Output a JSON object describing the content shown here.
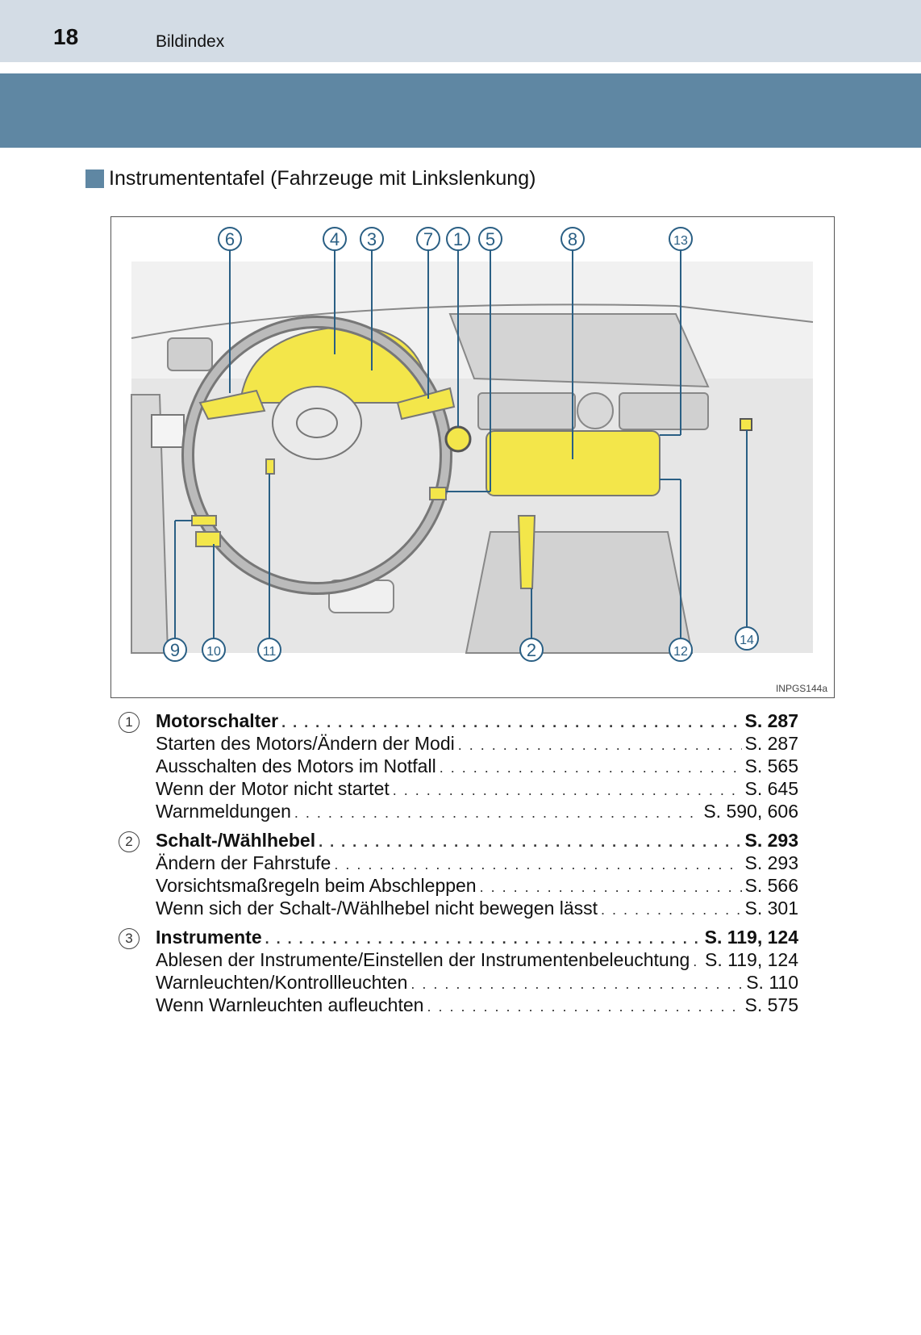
{
  "header": {
    "page_number": "18",
    "section": "Bildindex"
  },
  "heading": "Instrumententafel (Fahrzeuge mit Linkslenkung)",
  "figure": {
    "code": "INPGS144a",
    "callouts_top": [
      "6",
      "4",
      "3",
      "7",
      "1",
      "5",
      "8",
      "13"
    ],
    "callouts_bottom": [
      "9",
      "10",
      "11",
      "2",
      "12",
      "14"
    ]
  },
  "index": [
    {
      "number": "1",
      "title": "Motorschalter",
      "page": "S. 287",
      "items": [
        {
          "label": "Starten des Motors/Ändern der Modi",
          "page": "S. 287"
        },
        {
          "label": "Ausschalten des Motors im Notfall",
          "page": "S. 565"
        },
        {
          "label": "Wenn der Motor nicht startet",
          "page": "S. 645"
        },
        {
          "label": "Warnmeldungen",
          "page": "S. 590, 606"
        }
      ]
    },
    {
      "number": "2",
      "title": "Schalt-/Wählhebel",
      "page": "S. 293",
      "items": [
        {
          "label": "Ändern der Fahrstufe",
          "page": "S. 293"
        },
        {
          "label": "Vorsichtsmaßregeln beim Abschleppen",
          "page": "S. 566"
        },
        {
          "label": "Wenn sich der Schalt-/Wählhebel nicht bewegen lässt",
          "page": "S. 301"
        }
      ]
    },
    {
      "number": "3",
      "title": "Instrumente",
      "page": "S. 119, 124",
      "items": [
        {
          "label": "Ablesen der Instrumente/Einstellen der Instrumentenbeleuchtung",
          "page": "S. 119, 124"
        },
        {
          "label": "Warnleuchten/Kontrollleuchten",
          "page": "S. 110"
        },
        {
          "label": "Wenn Warnleuchten aufleuchten",
          "page": "S. 575"
        }
      ]
    }
  ],
  "colors": {
    "accent": "#5f87a3",
    "highlight": "#f3e64a",
    "callout": "#2a5f84"
  }
}
